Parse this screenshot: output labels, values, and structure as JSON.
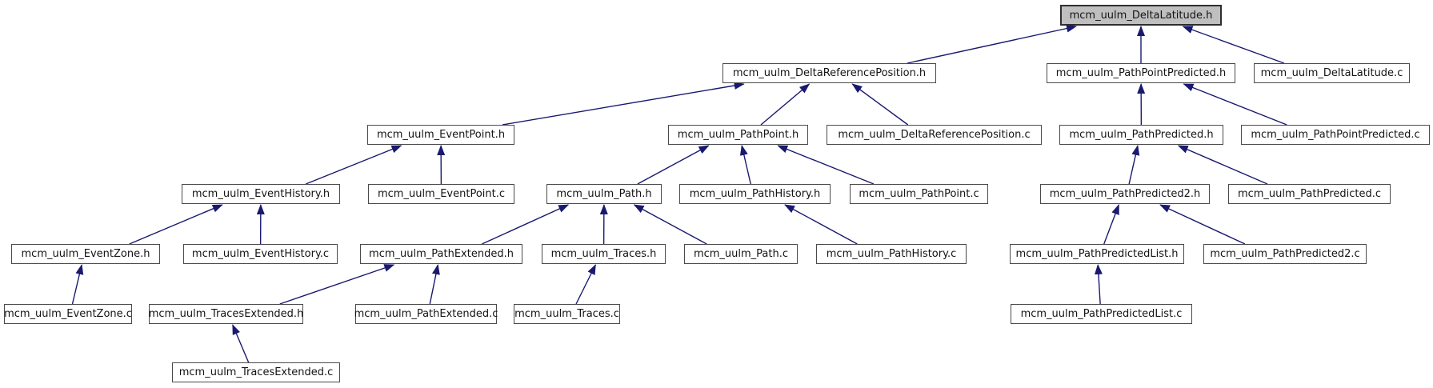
{
  "diagram": {
    "type": "include-dependency-graph",
    "root": "mcm_uulm_DeltaLatitude.h",
    "nodes": [
      {
        "label": "mcm_uulm_DeltaLatitude.h",
        "highlighted": true
      },
      {
        "label": "mcm_uulm_DeltaReferencePosition.h",
        "highlighted": false
      },
      {
        "label": "mcm_uulm_PathPointPredicted.h",
        "highlighted": false
      },
      {
        "label": "mcm_uulm_DeltaLatitude.c",
        "highlighted": false
      },
      {
        "label": "mcm_uulm_EventPoint.h",
        "highlighted": false
      },
      {
        "label": "mcm_uulm_PathPoint.h",
        "highlighted": false
      },
      {
        "label": "mcm_uulm_DeltaReferencePosition.c",
        "highlighted": false
      },
      {
        "label": "mcm_uulm_PathPredicted.h",
        "highlighted": false
      },
      {
        "label": "mcm_uulm_PathPointPredicted.c",
        "highlighted": false
      },
      {
        "label": "mcm_uulm_EventHistory.h",
        "highlighted": false
      },
      {
        "label": "mcm_uulm_EventPoint.c",
        "highlighted": false
      },
      {
        "label": "mcm_uulm_Path.h",
        "highlighted": false
      },
      {
        "label": "mcm_uulm_PathHistory.h",
        "highlighted": false
      },
      {
        "label": "mcm_uulm_PathPoint.c",
        "highlighted": false
      },
      {
        "label": "mcm_uulm_PathPredicted2.h",
        "highlighted": false
      },
      {
        "label": "mcm_uulm_PathPredicted.c",
        "highlighted": false
      },
      {
        "label": "mcm_uulm_EventZone.h",
        "highlighted": false
      },
      {
        "label": "mcm_uulm_EventHistory.c",
        "highlighted": false
      },
      {
        "label": "mcm_uulm_PathExtended.h",
        "highlighted": false
      },
      {
        "label": "mcm_uulm_Traces.h",
        "highlighted": false
      },
      {
        "label": "mcm_uulm_Path.c",
        "highlighted": false
      },
      {
        "label": "mcm_uulm_PathHistory.c",
        "highlighted": false
      },
      {
        "label": "mcm_uulm_PathPredictedList.h",
        "highlighted": false
      },
      {
        "label": "mcm_uulm_PathPredicted2.c",
        "highlighted": false
      },
      {
        "label": "mcm_uulm_EventZone.c",
        "highlighted": false
      },
      {
        "label": "mcm_uulm_TracesExtended.h",
        "highlighted": false
      },
      {
        "label": "mcm_uulm_PathExtended.c",
        "highlighted": false
      },
      {
        "label": "mcm_uulm_Traces.c",
        "highlighted": false
      },
      {
        "label": "mcm_uulm_PathPredictedList.c",
        "highlighted": false
      },
      {
        "label": "mcm_uulm_TracesExtended.c",
        "highlighted": false
      }
    ],
    "edges": [
      [
        1,
        0
      ],
      [
        2,
        0
      ],
      [
        3,
        0
      ],
      [
        4,
        1
      ],
      [
        5,
        1
      ],
      [
        6,
        1
      ],
      [
        7,
        2
      ],
      [
        8,
        2
      ],
      [
        9,
        4
      ],
      [
        10,
        4
      ],
      [
        11,
        5
      ],
      [
        12,
        5
      ],
      [
        13,
        5
      ],
      [
        14,
        7
      ],
      [
        15,
        7
      ],
      [
        16,
        9
      ],
      [
        17,
        9
      ],
      [
        18,
        11
      ],
      [
        19,
        11
      ],
      [
        20,
        11
      ],
      [
        21,
        12
      ],
      [
        22,
        14
      ],
      [
        23,
        14
      ],
      [
        24,
        16
      ],
      [
        25,
        18
      ],
      [
        26,
        18
      ],
      [
        27,
        19
      ],
      [
        28,
        22
      ],
      [
        29,
        25
      ]
    ]
  },
  "colors": {
    "edge": "#191970",
    "node_bg": "#ffffff",
    "node_border": "#4a4a4a",
    "text": "#141414",
    "highlight_bg": "#bfbfbf",
    "highlight_border": "#2e2e2e",
    "background": "#ffffff"
  }
}
